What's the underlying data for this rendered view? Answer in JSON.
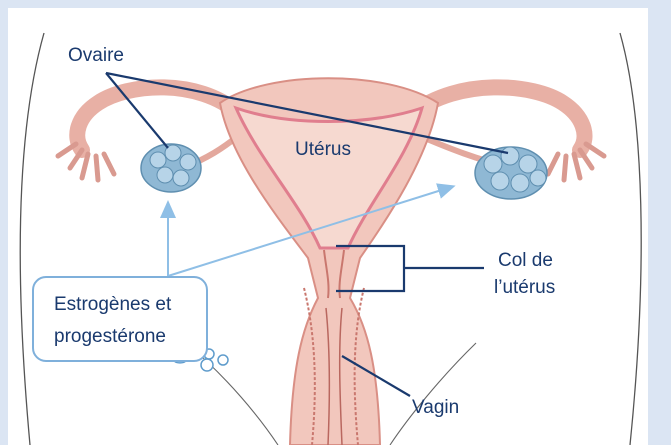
{
  "labels": {
    "ovaire": "Ovaire",
    "uterus": "Utérus",
    "col_line1": "Col de",
    "col_line2": "l’utérus",
    "vagin": "Vagin"
  },
  "callout": {
    "line1": "Estrogènes et",
    "line2": "progestérone"
  },
  "colors": {
    "background": "#dbe5f3",
    "tissue": "#f2c7bd",
    "tissue_dark": "#d98f85",
    "ovary": "#9ec4dc",
    "pointer_line": "#1a3a6e",
    "hormone_arrow": "#8fbfe6"
  }
}
